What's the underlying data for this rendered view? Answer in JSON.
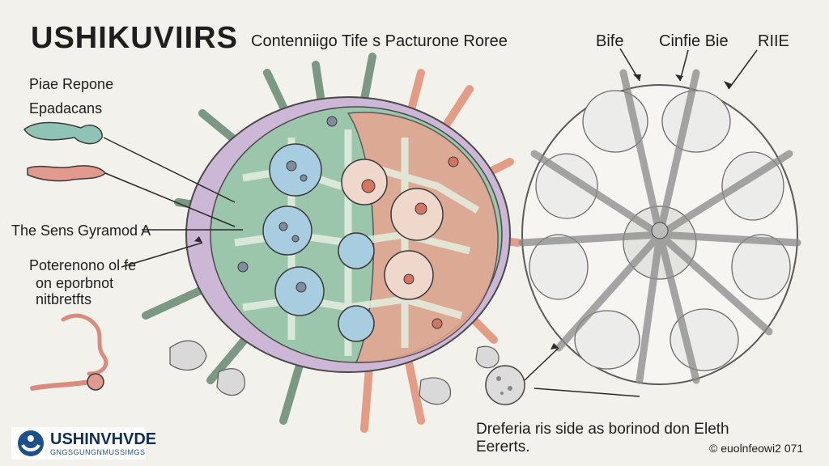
{
  "title": "USHIKUVIIRS",
  "subtitle": "Contenniigo Tife s Pacturone Roree",
  "right_labels": [
    "Bife",
    "Cinfie Bie",
    "RIIE"
  ],
  "left_labels": {
    "top_line1": "Piae Repone",
    "top_line2": "Epadacans",
    "middle": "The Sens Gyramod A",
    "lower_line1": "Poterenono ol fe",
    "lower_line2": "on eporbnot",
    "lower_line3": "nitbretfts"
  },
  "bottom_caption": "Dreferia ris side as borinod don Eleth Eererts.",
  "copyright": "© euolnfeowi2 071",
  "logo": {
    "name": "USHINVHVDE",
    "tagline": "GNGSGUNGNMUSSIMGS"
  },
  "colors": {
    "membrane_purple": "#cdb7d6",
    "cytoplasm_green": "#8fc1a3",
    "nucleus_blue": "#a9cde0",
    "network_salmon": "#e2957c",
    "network_green": "#c8dcc6",
    "ink": "#2a2a2a"
  }
}
